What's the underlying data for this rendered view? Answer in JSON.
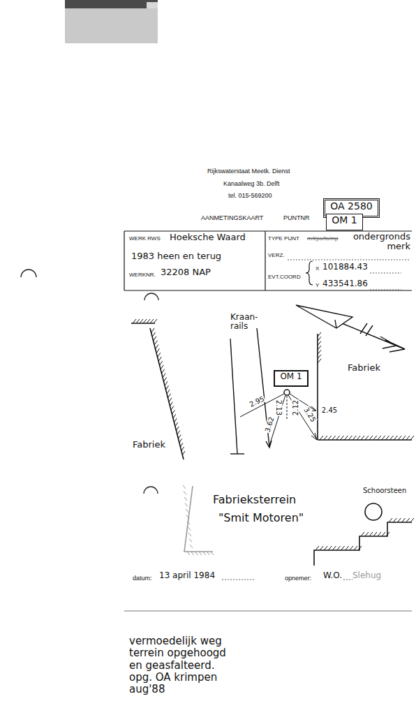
{
  "diagram": {
    "nodes": [
      {
        "text": [
          "OA 2580"
        ]
      },
      {
        "text": [
          "OM 1"
        ]
      },
      {
        "text": [
          "OM 1"
        ]
      }
    ],
    "labels": [
      "Rijkswaterstaat  Meetk. Dienst",
      "Kanaalweg  3b. Delft",
      "tel. 015-569200",
      "AANMETINGSKAART",
      "PUNTNR",
      "WERK  RWS",
      "Hoeksche Waard",
      "1983 heen en terug",
      "WERKNR.",
      "32208 NAP",
      "TYPE PUNT",
      "m/t/po/fo/mp",
      "ondergronds merk",
      "VERZ.",
      "EVT.COORD",
      "X",
      "101884.43",
      "Y",
      "433541.86",
      "Kraan- rails",
      "Fabriek",
      "Fabriek",
      "2.95",
      "2.13",
      "2.12",
      "2.45",
      "3.62",
      "3.25",
      "Fabrieksterrein",
      "\"Smit Motoren\"",
      "Schoorsteen",
      "datum:",
      "13 april 1984",
      "opnemer:",
      "W.O.",
      "Slehug",
      "vermoedelijk weg terrein opgehoogd en geasfalteerd. opg. OA krimpen aug'88"
    ]
  }
}
